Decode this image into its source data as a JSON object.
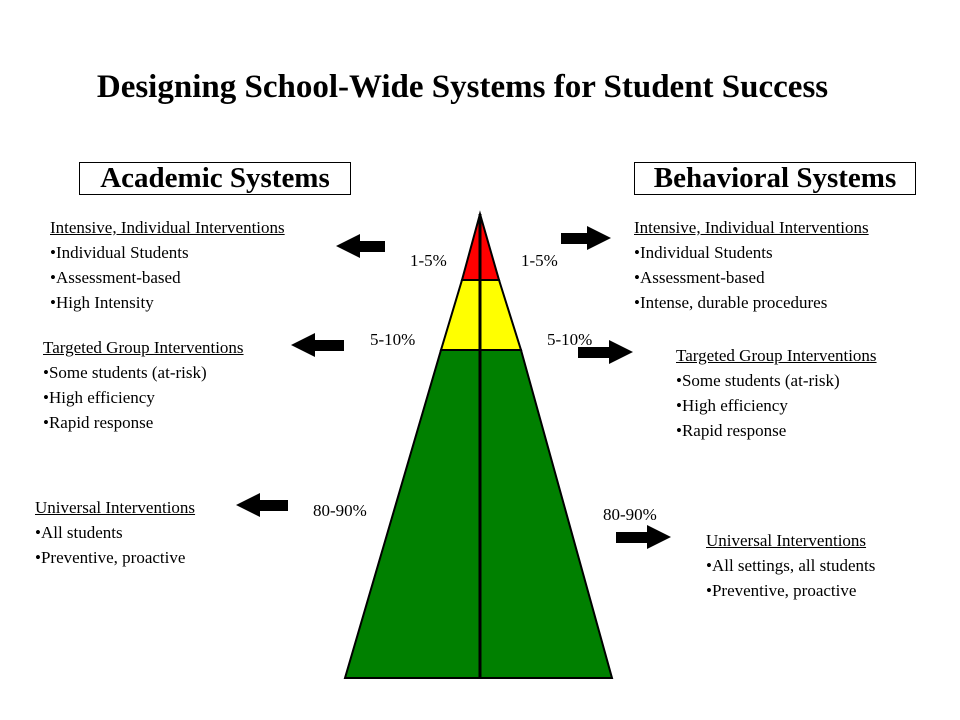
{
  "title": "Designing School-Wide Systems for Student Success",
  "academic": {
    "header": "Academic Systems",
    "intensive": {
      "heading": "Intensive, Individual Interventions",
      "items": [
        "Individual Students",
        "Assessment-based",
        "High Intensity"
      ]
    },
    "targeted": {
      "heading": "Targeted Group Interventions",
      "items": [
        "Some students (at-risk)",
        "High efficiency",
        "Rapid response"
      ]
    },
    "universal": {
      "heading": "Universal Interventions",
      "items": [
        "All students",
        "Preventive,  proactive"
      ]
    }
  },
  "behavioral": {
    "header": "Behavioral Systems",
    "intensive": {
      "heading": "Intensive, Individual Interventions",
      "items": [
        "Individual Students",
        "Assessment-based",
        "Intense, durable procedures"
      ]
    },
    "targeted": {
      "heading": "Targeted Group Interventions",
      "items": [
        "Some students (at-risk)",
        "High efficiency",
        "Rapid response"
      ]
    },
    "universal": {
      "heading": "Universal Interventions",
      "items": [
        "All settings, all students",
        "Preventive,  proactive"
      ]
    }
  },
  "percentages": {
    "top": "1-5%",
    "middle": "5-10%",
    "bottom": "80-90%"
  },
  "colors": {
    "top": "#ff0000",
    "middle": "#ffff00",
    "bottom": "#008000",
    "outline": "#000000"
  }
}
